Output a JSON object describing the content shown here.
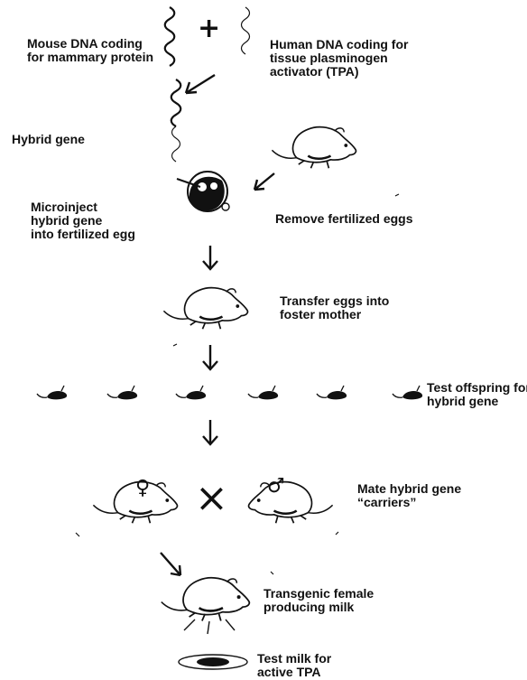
{
  "labels": {
    "mouse_dna": [
      "Mouse DNA coding",
      "for mammary protein"
    ],
    "human_dna": [
      "Human DNA coding for",
      "tissue plasminogen",
      "activator (TPA)"
    ],
    "hybrid_gene": "Hybrid gene",
    "microinject": [
      "Microinject",
      "hybrid gene",
      "into fertilized egg"
    ],
    "remove_eggs": "Remove fertilized eggs",
    "transfer_eggs": [
      "Transfer eggs into",
      "foster mother"
    ],
    "test_offspring": [
      "Test offspring for",
      "hybrid gene"
    ],
    "mate_carriers": [
      "Mate hybrid gene",
      "“carriers”"
    ],
    "transgenic_female": [
      "Transgenic female",
      "producing milk"
    ],
    "test_milk": [
      "Test milk for",
      "active TPA"
    ]
  },
  "symbols": {
    "plus": "+",
    "cross": "×",
    "female": "♀",
    "male": "♂"
  },
  "icons": [
    "dna-helix-icon",
    "arrow-icon",
    "mouse-icon",
    "egg-cell-icon",
    "petri-dish-icon"
  ],
  "colors": {
    "ink": "#111111",
    "background": "#ffffff"
  }
}
